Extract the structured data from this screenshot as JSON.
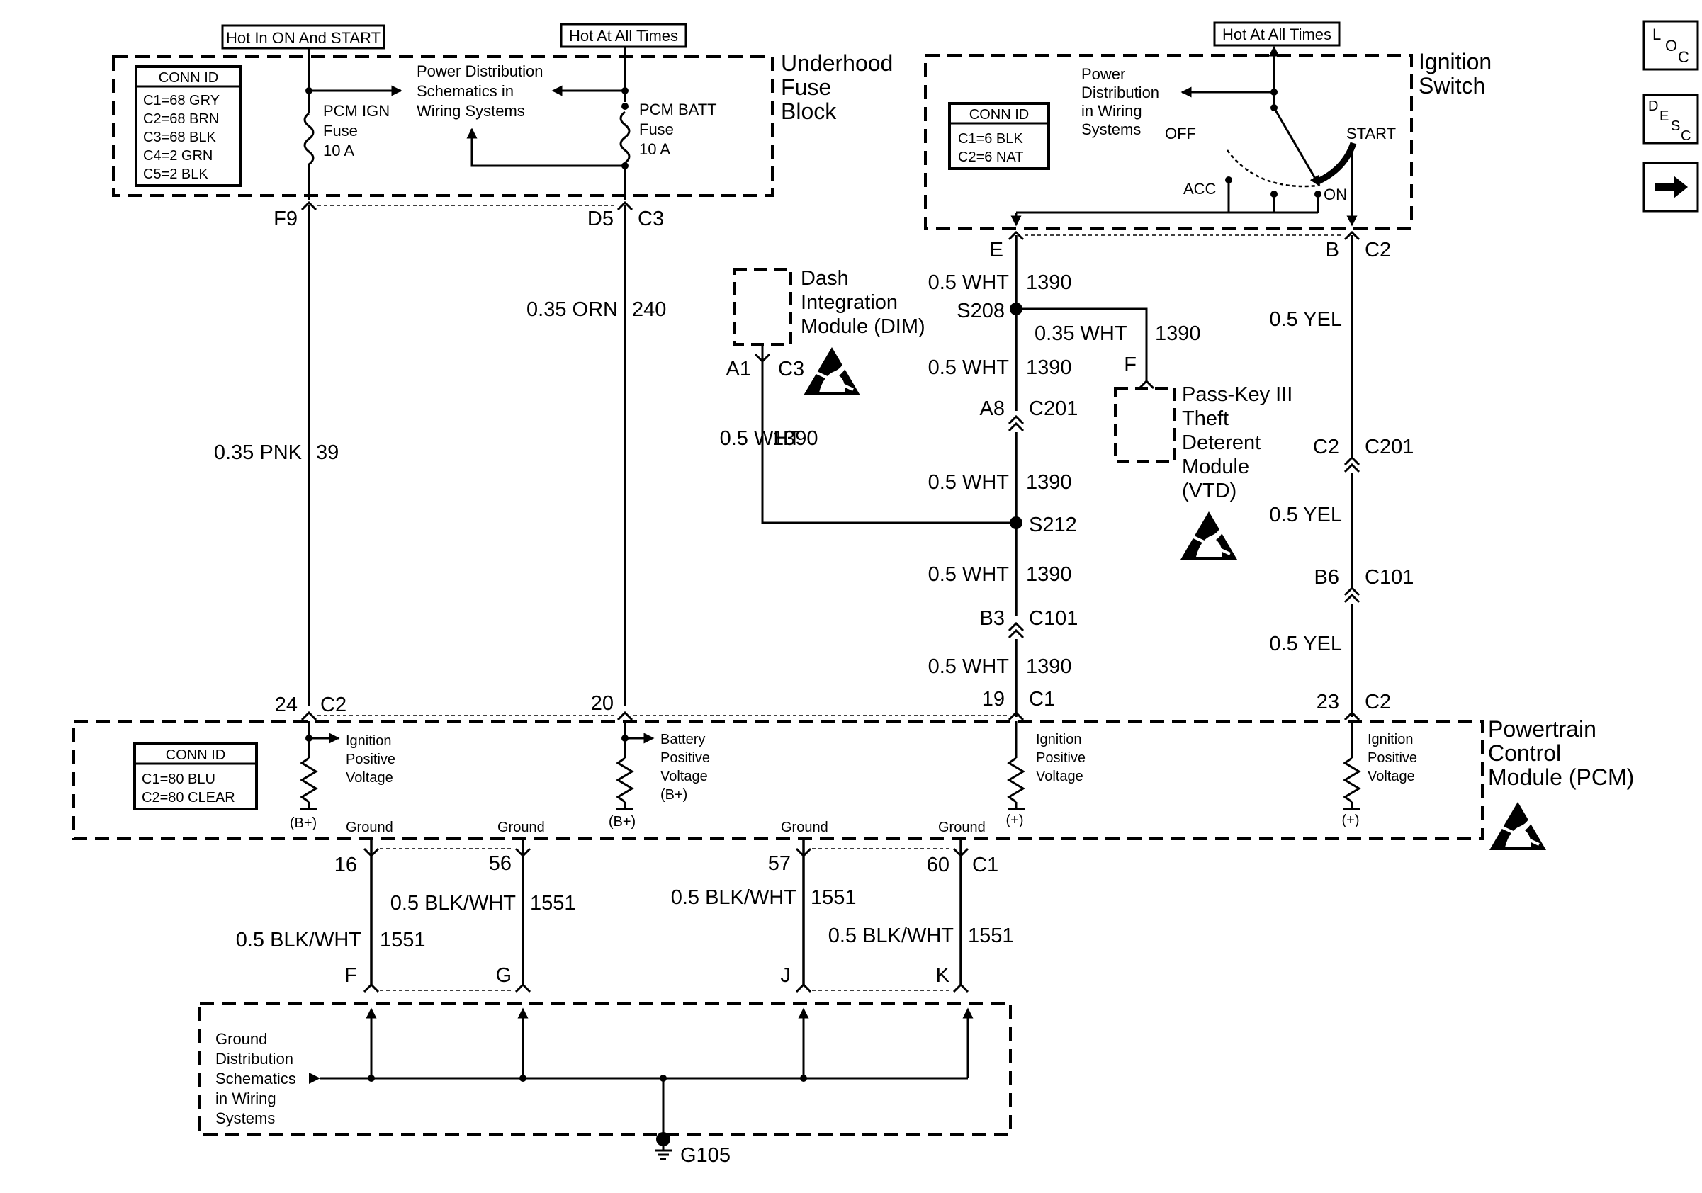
{
  "hot_labels": {
    "ign": "Hot In ON And START",
    "batt1": "Hot At All Times",
    "batt2": "Hot At All Times"
  },
  "fuse_block": {
    "title": [
      "Underhood",
      "Fuse",
      "Block"
    ],
    "conn_id": {
      "title": "CONN ID",
      "rows": [
        "C1=68 GRY",
        "C2=68 BRN",
        "C3=68 BLK",
        "C4=2 GRN",
        "C5=2 BLK"
      ]
    },
    "pcm_ign": [
      "PCM IGN",
      "Fuse",
      "10 A"
    ],
    "pcm_batt": [
      "PCM BATT",
      "Fuse",
      "10 A"
    ],
    "power_dist": [
      "Power Distribution",
      "Schematics in",
      "Wiring Systems"
    ]
  },
  "ign_switch": {
    "title": [
      "Ignition",
      "Switch"
    ],
    "conn_id": {
      "title": "CONN ID",
      "rows": [
        "C1=6 BLK",
        "C2=6 NAT"
      ]
    },
    "power_dist": [
      "Power",
      "Distribution",
      "in Wiring",
      "Systems"
    ],
    "positions": {
      "off": "OFF",
      "acc": "ACC",
      "on": "ON",
      "start": "START"
    }
  },
  "dim": {
    "title": [
      "Dash",
      "Integration",
      "Module (DIM)"
    ],
    "pin": "A1",
    "conn": "C3"
  },
  "vtd": {
    "title": [
      "Pass-Key III",
      "Theft",
      "Deterent",
      "Module",
      "(VTD)"
    ],
    "pin": "F"
  },
  "pcm": {
    "title": [
      "Powertrain",
      "Control",
      "Module (PCM)"
    ],
    "conn_id": {
      "title": "CONN ID",
      "rows": [
        "C1=80 BLU",
        "C2=80 CLEAR"
      ]
    },
    "inputs": {
      "ign1": [
        "Ignition",
        "Positive",
        "Voltage"
      ],
      "batt": [
        "Battery",
        "Positive",
        "Voltage",
        "(B+)"
      ],
      "ign2": [
        "Ignition",
        "Positive",
        "Voltage"
      ],
      "ign3": [
        "Ignition",
        "Positive",
        "Voltage"
      ]
    },
    "supply_labels": {
      "b1": "(B+)",
      "b2": "(B+)",
      "p1": "(+)",
      "p2": "(+)"
    },
    "ground": "Ground"
  },
  "ground_dist": {
    "text": [
      "Ground",
      "Distribution",
      "Schematics",
      "in Wiring",
      "Systems"
    ],
    "ground_id": "G105"
  },
  "circuits": {
    "pnk": {
      "pin_top": "F9",
      "color": "0.35 PNK",
      "num": "39",
      "pin_bot": "24",
      "conn_bot": "C2"
    },
    "orn": {
      "pin_top": "D5",
      "conn_top": "C3",
      "color": "0.35 ORN",
      "num": "240",
      "pin_bot": "20"
    },
    "wht": {
      "pin_e": "E",
      "s208": "S208",
      "s212": "S212",
      "a8": "A8",
      "c201": "C201",
      "b3": "B3",
      "c101": "C101",
      "pin_bot": "19",
      "conn_bot": "C1",
      "color": "0.5 WHT",
      "color2": "0.35 WHT",
      "num": "1390"
    },
    "yel": {
      "pin_b": "B",
      "conn_top": "C2",
      "color": "0.5 YEL",
      "c2": "C2",
      "c201": "C201",
      "b6": "B6",
      "c101": "C101",
      "pin_bot": "23",
      "conn_bot": "C2"
    },
    "gnd": {
      "pins": [
        "16",
        "56",
        "57",
        "60"
      ],
      "conn": "C1",
      "color": "0.5 BLK/WHT",
      "num": "1551",
      "g_pins": [
        "F",
        "G",
        "J",
        "K"
      ]
    }
  },
  "nav": {
    "loc": "LOC",
    "desc": "DESC",
    "next": "arrow-right-icon"
  }
}
